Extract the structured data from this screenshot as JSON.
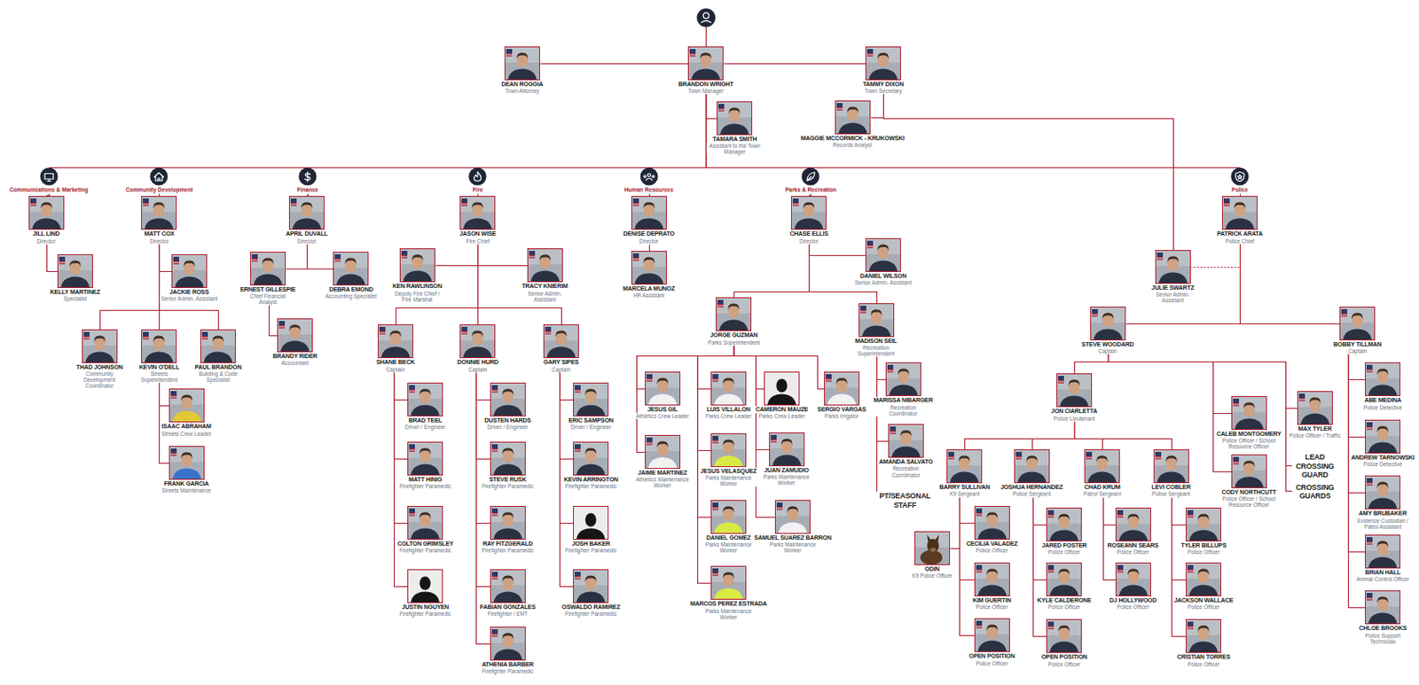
{
  "diagram": {
    "nodes": [
      {
        "text": [
          "DEAN ROGGIA",
          "Town Attorney"
        ]
      },
      {
        "text": [
          "BRANDON WRIGHT",
          "Town Manager"
        ]
      },
      {
        "text": [
          "TAMMY DIXON",
          "Town Secretary"
        ]
      },
      {
        "text": [
          "TAMARA SMITH",
          "Assistant to the Town Manager"
        ]
      },
      {
        "text": [
          "MAGGIE MCCORMICK - KRUKOWSKI",
          "Records Analyst"
        ]
      },
      {
        "text": [
          "Communications & Marketing"
        ]
      },
      {
        "text": [
          "Community Development"
        ]
      },
      {
        "text": [
          "Finance"
        ]
      },
      {
        "text": [
          "Fire"
        ]
      },
      {
        "text": [
          "Human Resources"
        ]
      },
      {
        "text": [
          "Parks & Recreation"
        ]
      },
      {
        "text": [
          "Police"
        ]
      },
      {
        "text": [
          "JILL LIND",
          "Director"
        ]
      },
      {
        "text": [
          "KELLY MARTINEZ",
          "Specialist"
        ]
      },
      {
        "text": [
          "MATT COX",
          "Director"
        ]
      },
      {
        "text": [
          "JACKIE ROSS",
          "Senior Admin. Assistant"
        ]
      },
      {
        "text": [
          "THAD JOHNSON",
          "Community Development Coordinator"
        ]
      },
      {
        "text": [
          "KEVIN O'DELL",
          "Streets Superintendent"
        ]
      },
      {
        "text": [
          "PAUL BRANDON",
          "Building & Code Specialist"
        ]
      },
      {
        "text": [
          "ISAAC ABRAHAM",
          "Streets Crew Leader"
        ]
      },
      {
        "text": [
          "FRANK GARCIA",
          "Streets Maintenance"
        ]
      },
      {
        "text": [
          "APRIL DUVALL",
          "Director"
        ]
      },
      {
        "text": [
          "ERNEST GILLESPIE",
          "Chief Financial Analyst"
        ]
      },
      {
        "text": [
          "DEBRA EMOND",
          "Accounting Specialist"
        ]
      },
      {
        "text": [
          "BRANDY RIDER",
          "Accountant"
        ]
      },
      {
        "text": [
          "JASON WISE",
          "Fire Chief"
        ]
      },
      {
        "text": [
          "KEN RAWLINSON",
          "Deputy Fire Chief / Fire Marshal"
        ]
      },
      {
        "text": [
          "TRACY KNIERIM",
          "Senior Admin. Assistant"
        ]
      },
      {
        "text": [
          "SHANE BECK",
          "Captain"
        ]
      },
      {
        "text": [
          "DONNIE HURD",
          "Captain"
        ]
      },
      {
        "text": [
          "GARY SIPES",
          "Captain"
        ]
      },
      {
        "text": [
          "BRAD TEEL",
          "Driver / Engineer"
        ]
      },
      {
        "text": [
          "MATT HINIG",
          "Firefighter Paramedic"
        ]
      },
      {
        "text": [
          "COLTON GRIMSLEY",
          "Firefighter Paramedic"
        ]
      },
      {
        "text": [
          "JUSTIN NGUYEN",
          "Firefighter Paramedic"
        ]
      },
      {
        "text": [
          "DUSTEN HARDS",
          "Driver / Engineer"
        ]
      },
      {
        "text": [
          "STEVE RUSK",
          "Firefighter Paramedic"
        ]
      },
      {
        "text": [
          "RAY FITZGERALD",
          "Firefighter Paramedic"
        ]
      },
      {
        "text": [
          "FABIAN GONZALES",
          "Firefighter / EMT"
        ]
      },
      {
        "text": [
          "ATHENIA BARBER",
          "Firefighter Paramedic"
        ]
      },
      {
        "text": [
          "ERIC SAMPSON",
          "Driver / Engineer"
        ]
      },
      {
        "text": [
          "KEVIN ARRINGTON",
          "Firefighter Paramedic"
        ]
      },
      {
        "text": [
          "JOSH BAKER",
          "Firefighter Paramedic"
        ]
      },
      {
        "text": [
          "OSWALDO RAMIREZ",
          "Firefighter Paramedic"
        ]
      },
      {
        "text": [
          "DENISE DEPRATO",
          "Director"
        ]
      },
      {
        "text": [
          "MARCELA MUNOZ",
          "HR Assistant"
        ]
      },
      {
        "text": [
          "CHASE ELLIS",
          "Director"
        ]
      },
      {
        "text": [
          "DANIEL WILSON",
          "Senior Admin. Assistant"
        ]
      },
      {
        "text": [
          "JORGE GUZMAN",
          "Parks Superintendent"
        ]
      },
      {
        "text": [
          "MADISON SEIL",
          "Recreation Superintendent"
        ]
      },
      {
        "text": [
          "JESUS GIL",
          "Athletics Crew Leader"
        ]
      },
      {
        "text": [
          "JAIME MARTINEZ",
          "Athletics Maintenance Worker"
        ]
      },
      {
        "text": [
          "LUIS VILLALON",
          "Parks Crew Leader"
        ]
      },
      {
        "text": [
          "JESUS VELASQUEZ",
          "Parks Maintenance Worker"
        ]
      },
      {
        "text": [
          "DANIEL GOMEZ",
          "Parks Maintenance Worker"
        ]
      },
      {
        "text": [
          "MARCOS PEREZ ESTRADA",
          "Parks Maintenance Worker"
        ]
      },
      {
        "text": [
          "CAMERON MAUZE",
          "Parks Crew Leader"
        ]
      },
      {
        "text": [
          "JUAN ZAMUDIO",
          "Parks Maintenance Worker"
        ]
      },
      {
        "text": [
          "SAMUEL SUAREZ BARRON",
          "Parks Maintenance Worker"
        ]
      },
      {
        "text": [
          "SERGIO VARGAS",
          "Parks Irrigator"
        ]
      },
      {
        "text": [
          "MARISSA NIBARGER",
          "Recreation Coordinator"
        ]
      },
      {
        "text": [
          "AMANDA SALVATO",
          "Recreation Coordinator"
        ]
      },
      {
        "text": [
          "PT/SEASONAL STAFF"
        ]
      },
      {
        "text": [
          "PATRICK ARATA",
          "Police Chief"
        ]
      },
      {
        "text": [
          "JULIE SWARTZ",
          "Senior Admin. Assistant"
        ]
      },
      {
        "text": [
          "STEVE WOODARD",
          "Captain"
        ]
      },
      {
        "text": [
          "BOBBY TILLMAN",
          "Captain"
        ]
      },
      {
        "text": [
          "JON CIARLETTA",
          "Police Lieutenant"
        ]
      },
      {
        "text": [
          "CALEB MONTGOMERY",
          "Police Officer / School Resource Officer"
        ]
      },
      {
        "text": [
          "CODY NORTHCUTT",
          "Police Officer / School Resource Officer"
        ]
      },
      {
        "text": [
          "MAX TYLER",
          "Police Officer / Traffic"
        ]
      },
      {
        "text": [
          "LEAD CROSSING GUARD"
        ]
      },
      {
        "text": [
          "CROSSING GUARDS"
        ]
      },
      {
        "text": [
          "BARRY SULLIVAN",
          "K9 Sergeant"
        ]
      },
      {
        "text": [
          "JOSHUA HERNANDEZ",
          "Police Sergeant"
        ]
      },
      {
        "text": [
          "CHAD KRUM",
          "Patrol Sergeant"
        ]
      },
      {
        "text": [
          "LEVI COBLER",
          "Police Sergeant"
        ]
      },
      {
        "text": [
          "ODIN",
          "K9 Police Officer"
        ]
      },
      {
        "text": [
          "CECILIA VALADEZ",
          "Police Officer"
        ]
      },
      {
        "text": [
          "KIM GUERTIN",
          "Police Officer"
        ]
      },
      {
        "text": [
          "OPEN POSITION",
          "Police Officer"
        ]
      },
      {
        "text": [
          "JARED FOSTER",
          "Police Officer"
        ]
      },
      {
        "text": [
          "KYLE CALDERONE",
          "Police Officer"
        ]
      },
      {
        "text": [
          "OPEN POSITION",
          "Police Officer"
        ]
      },
      {
        "text": [
          "ROSEANN SEARS",
          "Police Officer"
        ]
      },
      {
        "text": [
          "DJ HOLLYWOOD",
          "Police Officer"
        ]
      },
      {
        "text": [
          "TYLER BILLUPS",
          "Police Officer"
        ]
      },
      {
        "text": [
          "JACKSON WALLACE",
          "Police Officer"
        ]
      },
      {
        "text": [
          "CRISTIAN TORRES",
          "Police Officer"
        ]
      },
      {
        "text": [
          "ABE MEDINA",
          "Police Detective"
        ]
      },
      {
        "text": [
          "ANDREW TARNOWSKI",
          "Police Detective"
        ]
      },
      {
        "text": [
          "AMY BRUBAKER",
          "Evidence Custodian / Patrol Assistant"
        ]
      },
      {
        "text": [
          "BRIAN HALL",
          "Animal Control Officer"
        ]
      },
      {
        "text": [
          "CHLOE BROOKS",
          "Police Support Technician"
        ]
      }
    ],
    "edges": [
      {
        "from": 1,
        "to": 0,
        "arrow": "none"
      },
      {
        "from": 1,
        "to": 2,
        "arrow": "none"
      },
      {
        "from": 1,
        "to": 3,
        "arrow": "none"
      },
      {
        "from": 2,
        "to": 4,
        "arrow": "none"
      },
      {
        "from": 1,
        "to": 5,
        "arrow": "none"
      },
      {
        "from": 1,
        "to": 6,
        "arrow": "none"
      },
      {
        "from": 1,
        "to": 7,
        "arrow": "none"
      },
      {
        "from": 1,
        "to": 8,
        "arrow": "none"
      },
      {
        "from": 1,
        "to": 9,
        "arrow": "none"
      },
      {
        "from": 1,
        "to": 10,
        "arrow": "none"
      },
      {
        "from": 1,
        "to": 11,
        "arrow": "none"
      },
      {
        "from": 2,
        "to": 64,
        "arrow": "none"
      },
      {
        "from": 5,
        "to": 12,
        "arrow": "none"
      },
      {
        "from": 12,
        "to": 13,
        "arrow": "none"
      },
      {
        "from": 6,
        "to": 14,
        "arrow": "none"
      },
      {
        "from": 14,
        "to": 15,
        "arrow": "none"
      },
      {
        "from": 14,
        "to": 16,
        "arrow": "none"
      },
      {
        "from": 14,
        "to": 17,
        "arrow": "none"
      },
      {
        "from": 14,
        "to": 18,
        "arrow": "none"
      },
      {
        "from": 17,
        "to": 19,
        "arrow": "none"
      },
      {
        "from": 17,
        "to": 20,
        "arrow": "none"
      },
      {
        "from": 7,
        "to": 21,
        "arrow": "none"
      },
      {
        "from": 21,
        "to": 22,
        "arrow": "none"
      },
      {
        "from": 21,
        "to": 23,
        "arrow": "none"
      },
      {
        "from": 22,
        "to": 24,
        "arrow": "none"
      },
      {
        "from": 8,
        "to": 25,
        "arrow": "none"
      },
      {
        "from": 25,
        "to": 26,
        "arrow": "none"
      },
      {
        "from": 25,
        "to": 27,
        "arrow": "none"
      },
      {
        "from": 25,
        "to": 28,
        "arrow": "none"
      },
      {
        "from": 25,
        "to": 29,
        "arrow": "none"
      },
      {
        "from": 25,
        "to": 30,
        "arrow": "none"
      },
      {
        "from": 28,
        "to": 31,
        "arrow": "none"
      },
      {
        "from": 28,
        "to": 32,
        "arrow": "none"
      },
      {
        "from": 28,
        "to": 33,
        "arrow": "none"
      },
      {
        "from": 28,
        "to": 34,
        "arrow": "none"
      },
      {
        "from": 29,
        "to": 35,
        "arrow": "none"
      },
      {
        "from": 29,
        "to": 36,
        "arrow": "none"
      },
      {
        "from": 29,
        "to": 37,
        "arrow": "none"
      },
      {
        "from": 29,
        "to": 38,
        "arrow": "none"
      },
      {
        "from": 29,
        "to": 39,
        "arrow": "none"
      },
      {
        "from": 30,
        "to": 40,
        "arrow": "none"
      },
      {
        "from": 30,
        "to": 41,
        "arrow": "none"
      },
      {
        "from": 30,
        "to": 42,
        "arrow": "none"
      },
      {
        "from": 30,
        "to": 43,
        "arrow": "none"
      },
      {
        "from": 9,
        "to": 44,
        "arrow": "none"
      },
      {
        "from": 44,
        "to": 45,
        "arrow": "none"
      },
      {
        "from": 10,
        "to": 46,
        "arrow": "none"
      },
      {
        "from": 46,
        "to": 47,
        "arrow": "none"
      },
      {
        "from": 46,
        "to": 48,
        "arrow": "none"
      },
      {
        "from": 46,
        "to": 49,
        "arrow": "none"
      },
      {
        "from": 48,
        "to": 50,
        "arrow": "none"
      },
      {
        "from": 48,
        "to": 51,
        "arrow": "none"
      },
      {
        "from": 48,
        "to": 52,
        "arrow": "none"
      },
      {
        "from": 48,
        "to": 53,
        "arrow": "none"
      },
      {
        "from": 48,
        "to": 54,
        "arrow": "none"
      },
      {
        "from": 48,
        "to": 55,
        "arrow": "none"
      },
      {
        "from": 48,
        "to": 56,
        "arrow": "none"
      },
      {
        "from": 48,
        "to": 57,
        "arrow": "none"
      },
      {
        "from": 48,
        "to": 58,
        "arrow": "none"
      },
      {
        "from": 48,
        "to": 59,
        "arrow": "none"
      },
      {
        "from": 49,
        "to": 60,
        "arrow": "none"
      },
      {
        "from": 49,
        "to": 61,
        "arrow": "none"
      },
      {
        "from": 49,
        "to": 62,
        "arrow": "none"
      },
      {
        "from": 11,
        "to": 63,
        "arrow": "none"
      },
      {
        "from": 63,
        "to": 64,
        "arrow": "none"
      },
      {
        "from": 63,
        "to": 65,
        "arrow": "none"
      },
      {
        "from": 63,
        "to": 66,
        "arrow": "none"
      },
      {
        "from": 65,
        "to": 67,
        "arrow": "none"
      },
      {
        "from": 65,
        "to": 68,
        "arrow": "none"
      },
      {
        "from": 65,
        "to": 69,
        "arrow": "none"
      },
      {
        "from": 65,
        "to": 70,
        "arrow": "none"
      },
      {
        "from": 65,
        "to": 71,
        "arrow": "none"
      },
      {
        "from": 65,
        "to": 72,
        "arrow": "none"
      },
      {
        "from": 67,
        "to": 73,
        "arrow": "none"
      },
      {
        "from": 67,
        "to": 74,
        "arrow": "none"
      },
      {
        "from": 67,
        "to": 75,
        "arrow": "none"
      },
      {
        "from": 67,
        "to": 76,
        "arrow": "none"
      },
      {
        "from": 73,
        "to": 77,
        "arrow": "none"
      },
      {
        "from": 73,
        "to": 78,
        "arrow": "none"
      },
      {
        "from": 73,
        "to": 79,
        "arrow": "none"
      },
      {
        "from": 73,
        "to": 80,
        "arrow": "none"
      },
      {
        "from": 74,
        "to": 81,
        "arrow": "none"
      },
      {
        "from": 74,
        "to": 82,
        "arrow": "none"
      },
      {
        "from": 74,
        "to": 83,
        "arrow": "none"
      },
      {
        "from": 75,
        "to": 84,
        "arrow": "none"
      },
      {
        "from": 75,
        "to": 85,
        "arrow": "none"
      },
      {
        "from": 76,
        "to": 86,
        "arrow": "none"
      },
      {
        "from": 76,
        "to": 87,
        "arrow": "none"
      },
      {
        "from": 76,
        "to": 88,
        "arrow": "none"
      },
      {
        "from": 66,
        "to": 89,
        "arrow": "none"
      },
      {
        "from": 66,
        "to": 90,
        "arrow": "none"
      },
      {
        "from": 66,
        "to": 91,
        "arrow": "none"
      },
      {
        "from": 66,
        "to": 92,
        "arrow": "none"
      },
      {
        "from": 66,
        "to": 93,
        "arrow": "none"
      }
    ]
  }
}
